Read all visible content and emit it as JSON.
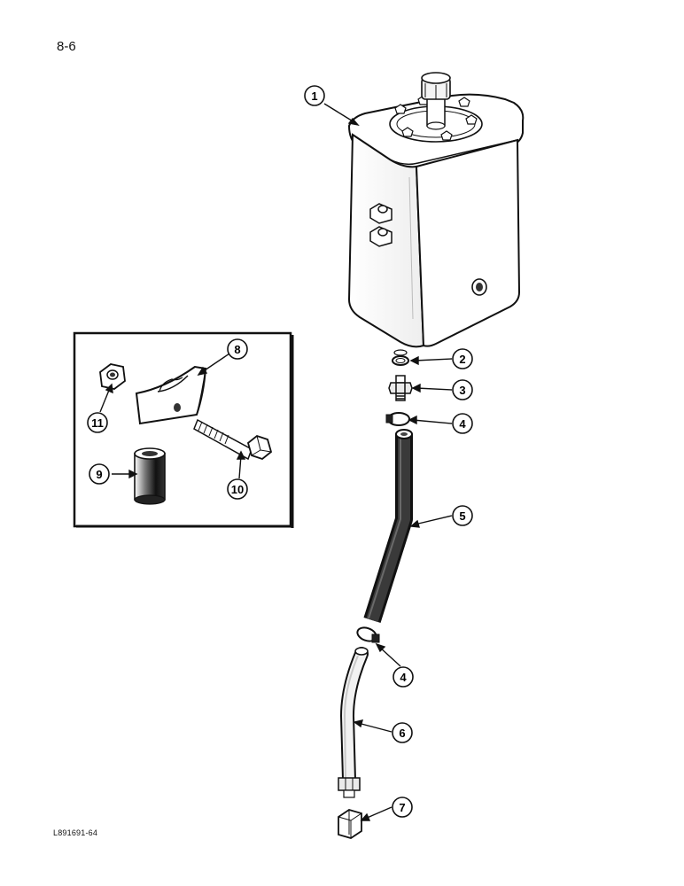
{
  "page": {
    "number": "8-6",
    "figure_code": "L891691-64"
  },
  "callouts": {
    "c1": "1",
    "c2": "2",
    "c3": "3",
    "c4a": "4",
    "c4b": "4",
    "c5": "5",
    "c6": "6",
    "c7": "7",
    "c8": "8",
    "c9": "9",
    "c10": "10",
    "c11": "11"
  },
  "colors": {
    "line": "#111111",
    "fill": "#ffffff",
    "hose": "#1a1a1a",
    "shade": "#dcdcdc"
  }
}
